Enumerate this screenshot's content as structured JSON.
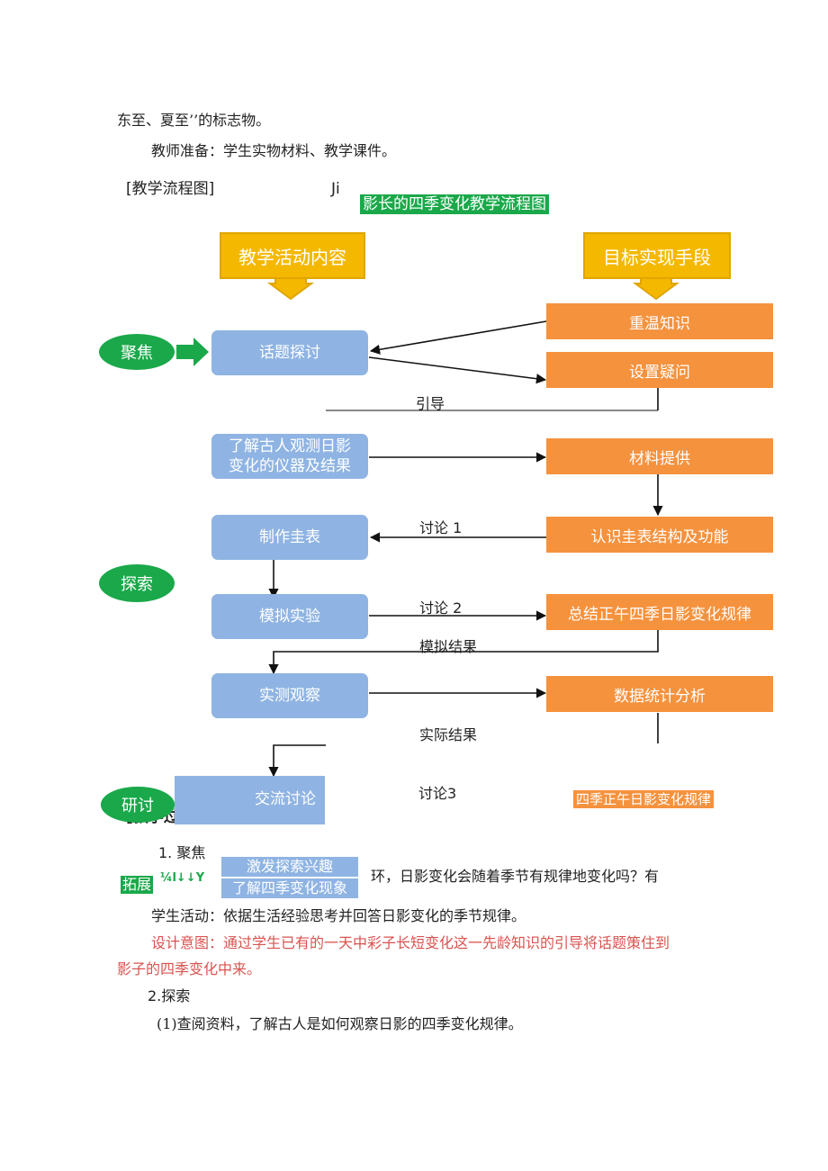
{
  "text": {
    "line1": "东至、夏至’’的标志物。",
    "line2": "教师准备：学生实物材料、教学课件。",
    "flow_label": "[教学流程图]",
    "ji": "Ji",
    "flow_title": "影长的四季变化教学流程图"
  },
  "flowchart": {
    "left_header": "教学活动内容",
    "right_header": "目标实现手段",
    "stages": [
      "聚焦",
      "探索",
      "研讨"
    ],
    "blue": [
      "话题探讨",
      "了解古人观测日影变化的仪器及结果",
      "制作圭表",
      "模拟实验",
      "实测观察",
      "交流讨论"
    ],
    "blue_line1": "了解古人观测日影",
    "blue_line2": "变化的仪器及结果",
    "orange": [
      "重温知识",
      "设置疑问",
      "材料提供",
      "认识圭表结构及功能",
      "总结正午四季日影变化规律",
      "数据统计分析"
    ],
    "orange_last": "四季正午日影变化规律",
    "arrow_labels": [
      "引导",
      "讨论 1",
      "讨论 2",
      "模拟结果",
      "实际结果",
      "讨论3"
    ]
  },
  "body": {
    "process_heading": "[教学过程]",
    "item1": "1. 聚焦",
    "expand": "拓展",
    "garble": "¼l↓↓Y",
    "box1": "激发探索兴趣",
    "box2": "了解四季变化现象",
    "question": "环，日影变化会随着季节有规律地变化吗？有",
    "student": "学生活动：依据生活经验思考并回答日影变化的季节规律。",
    "design1": "设计意图：通过学生已有的一天中彩子长短变化这一先龄知识的引导将话题策住到",
    "design2": "影子的四季变化中来。",
    "item2": "2.探索",
    "item2_1": "(1)查阅资料，了解古人是如何观察日影的四季变化规律。"
  },
  "colors": {
    "blue": "#8fb4e3",
    "orange": "#f5923e",
    "green": "#1aa84a",
    "gold": "#f5b800",
    "red_text": "#d9534f"
  }
}
